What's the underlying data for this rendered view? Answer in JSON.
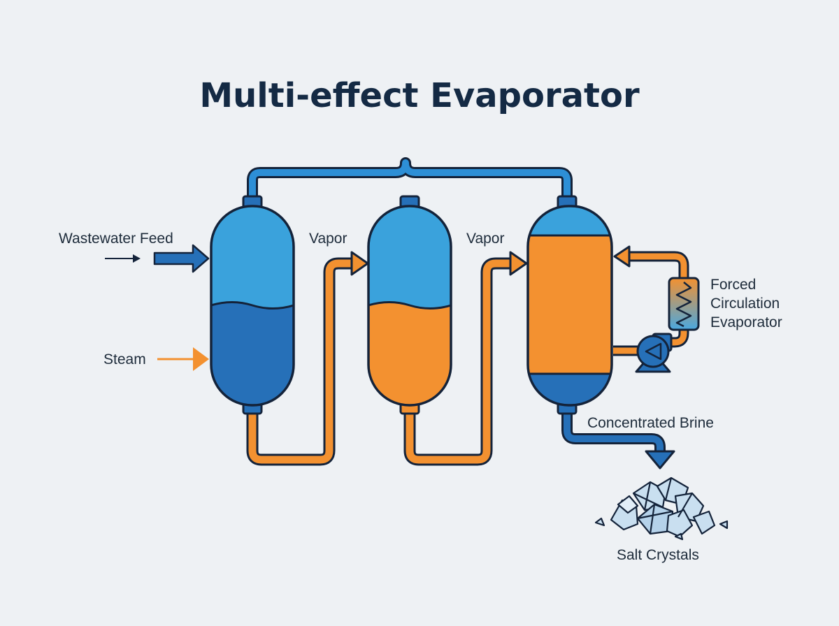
{
  "title": "Multi-effect Evaporator",
  "labels": {
    "feed": "Wastewater Feed",
    "steam": "Steam",
    "vapor_1": "Vapor",
    "vapor_2": "Vapor",
    "forced_line1": "Forced",
    "forced_line2": "Circulation",
    "forced_line3": "Evaporator",
    "brine": "Concentrated Brine",
    "salt": "Salt Crystals"
  },
  "colors": {
    "background": "#eef1f4",
    "outline": "#14233a",
    "vessel_upper": "#3aa2dc",
    "vessel_liquid": "#2670b8",
    "orange": "#f39130",
    "blue_pipe": "#2d8fd6",
    "crystal": "#c9dff0"
  },
  "icons": {
    "pump": "pump-icon",
    "heat_exchanger": "heat-exchanger-icon",
    "crystals": "salt-crystals-icon"
  }
}
